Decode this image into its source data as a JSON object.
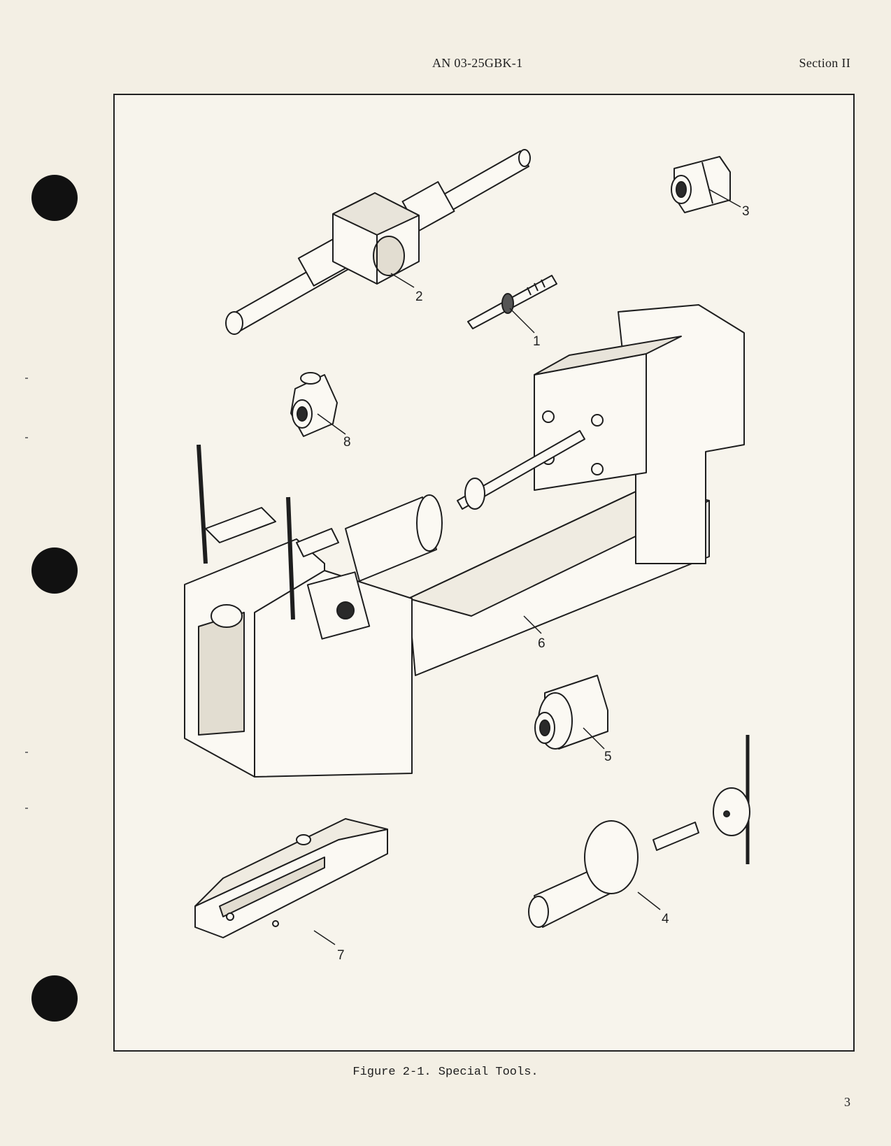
{
  "header": {
    "doc_id": "AN 03-25GBK-1",
    "section": "Section II"
  },
  "figure": {
    "caption": "Figure 2-1. Special Tools.",
    "callouts": [
      "1",
      "2",
      "3",
      "4",
      "5",
      "6",
      "7",
      "8"
    ]
  },
  "footer": {
    "page_number": "3"
  }
}
